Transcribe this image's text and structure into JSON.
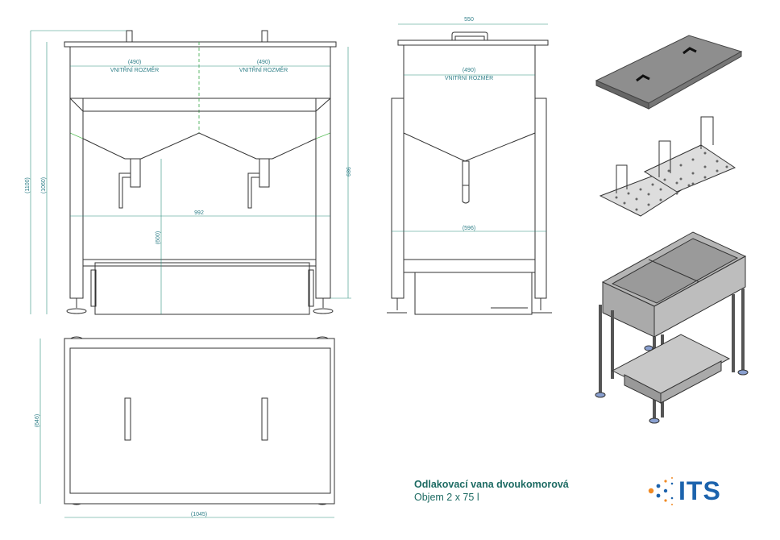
{
  "front_view": {
    "dim_height_total": "(1100)",
    "dim_height_lid": "(1060)",
    "dim_height_body": "989",
    "dim_inner_left": "(490)",
    "dim_inner_left_label": "VNITŘNÍ ROZMĚR",
    "dim_inner_right": "(490)",
    "dim_inner_right_label": "VNITŘNÍ ROZMĚR",
    "dim_width": "992",
    "dim_outlet_height": "(600)"
  },
  "side_view": {
    "dim_lid_width": "550",
    "dim_inner": "(490)",
    "dim_inner_label": "VNITŘNÍ ROZMĚR",
    "dim_frame_width": "(596)"
  },
  "top_view": {
    "dim_depth": "(646)",
    "dim_length": "(1045)"
  },
  "caption": {
    "title": "Odlakovací vana dvoukomorová",
    "subtitle": "Objem 2 x 75 l"
  },
  "logo": {
    "text": "ITS",
    "colors": {
      "blue": "#1c63ad",
      "orange": "#f08a24"
    }
  }
}
